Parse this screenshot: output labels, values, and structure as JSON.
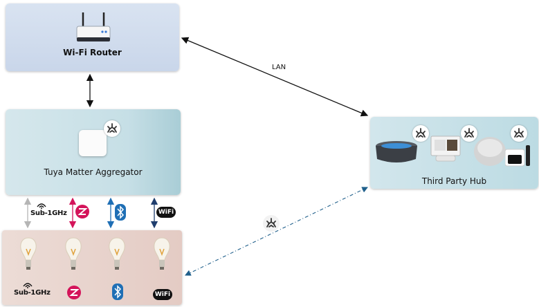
{
  "router": {
    "label": "Wi-Fi Router"
  },
  "aggregator": {
    "label": "Tuya Matter Aggregator"
  },
  "hub": {
    "label": "Third Party Hub"
  },
  "link": {
    "lan_label": "LAN"
  },
  "protocols": {
    "subghz": "Sub-1GHz",
    "wifi": "WiFi"
  },
  "icons": [
    "router-icon",
    "gateway-icon",
    "matter-icon",
    "smart-speaker-icon",
    "smart-display-icon",
    "homepod-icon",
    "tv-box-icon",
    "light-bulb-icon",
    "zigbee-icon",
    "bluetooth-icon",
    "wifi-icon",
    "signal-icon"
  ],
  "colors": {
    "subghz_arrow": "#b5b5b5",
    "zigbee_arrow": "#d4145a",
    "bluetooth_arrow": "#1f6fb5",
    "wifi_arrow": "#1f3e6e",
    "matter_dashed": "#1f5f8b"
  }
}
